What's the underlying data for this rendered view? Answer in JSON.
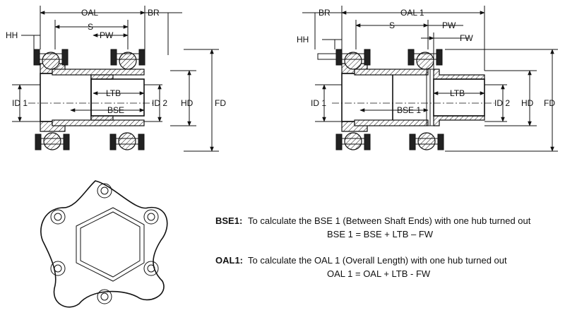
{
  "left_view": {
    "labels": {
      "oal": "OAL",
      "br": "BR",
      "hh": "HH",
      "s": "S",
      "pw": "PW",
      "bse": "BSE",
      "ltb": "LTB",
      "id1": "ID 1",
      "id2": "ID 2",
      "hd": "HD",
      "fd": "FD"
    }
  },
  "right_view": {
    "labels": {
      "br": "BR",
      "oal1": "OAL 1",
      "hh": "HH",
      "s": "S",
      "pw": "PW",
      "fw": "FW",
      "bse1": "BSE 1",
      "ltb": "LTB",
      "id1": "ID 1",
      "id2": "ID 2",
      "hd": "HD",
      "fd": "FD"
    }
  },
  "notes": [
    {
      "tag": "BSE1:",
      "description": "To calculate the BSE 1 (Between Shaft Ends) with one hub turned out",
      "formula": "BSE 1 = BSE + LTB – FW"
    },
    {
      "tag": "OAL1:",
      "description": "To calculate the OAL 1 (Overall Length) with one hub turned out",
      "formula": "OAL 1 = OAL + LTB - FW"
    }
  ]
}
